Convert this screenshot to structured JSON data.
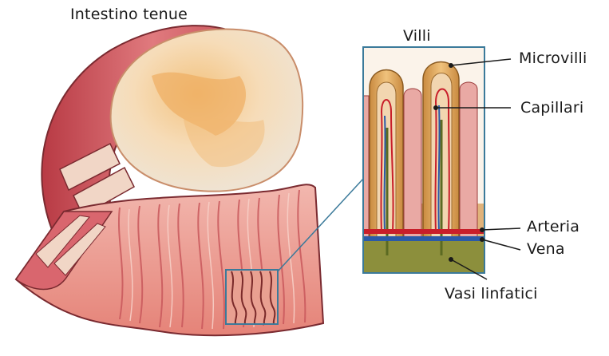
{
  "labels": {
    "title": "Intestino tenue",
    "villi": "Villi",
    "microvilli": "Microvilli",
    "capillari": "Capillari",
    "arteria": "Arteria",
    "vena": "Vena",
    "vasi_linfatici": "Vasi linfatici"
  },
  "colors": {
    "outer_wall": "#d9666e",
    "mucosa": "#e8a29a",
    "villus_tan": "#d9a35b",
    "artery": "#c81e2a",
    "vein": "#2b5aa8",
    "lymph": "#6b7a2e",
    "frame": "#3b7a9a"
  }
}
